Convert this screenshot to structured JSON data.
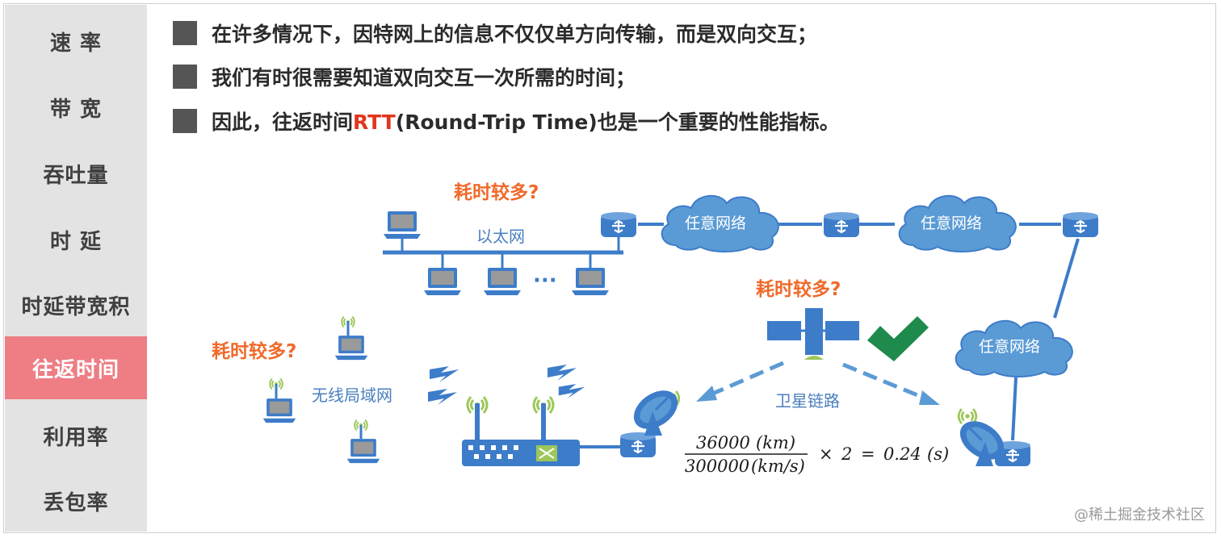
{
  "sidebar": {
    "items": [
      {
        "label": "速 率",
        "active": false
      },
      {
        "label": "带 宽",
        "active": false
      },
      {
        "label": "吞吐量",
        "active": false
      },
      {
        "label": "时 延",
        "active": false
      },
      {
        "label": "时延带宽积",
        "active": false
      },
      {
        "label": "往返时间",
        "active": true
      },
      {
        "label": "利用率",
        "active": false
      },
      {
        "label": "丢包率",
        "active": false
      }
    ]
  },
  "bullets": {
    "b1": "在许多情况下，因特网上的信息不仅仅单方向传输，而是双向交互；",
    "b2": "我们有时很需要知道双向交互一次所需的时间；",
    "b3_prefix": "因此，往返时间",
    "b3_rtt": "RTT",
    "b3_suffix": "(Round-Trip Time)也是一个重要的性能指标。"
  },
  "diagram": {
    "ethernet_label": "以太网",
    "wlan_label": "无线局域网",
    "satellite_link_label": "卫星链路",
    "cloud_label": "任意网络",
    "question_label": "耗时较多?",
    "ellipsis": "···",
    "formula": {
      "num_value": "36000",
      "num_unit": "(km)",
      "den_value": "300000",
      "den_unit": "(km/s)",
      "times": "×",
      "factor": "2",
      "equals": "=",
      "result": "0.24",
      "result_unit": "(s)"
    }
  },
  "colors": {
    "device_blue": "#3d7cc9",
    "cloud_blue": "#5b9bd5",
    "check_green": "#1e8a4c",
    "question_orange": "#f06a2a",
    "sidebar_active": "#ee7d84",
    "rtt_red": "#e2361b"
  },
  "watermark": "@稀土掘金技术社区"
}
